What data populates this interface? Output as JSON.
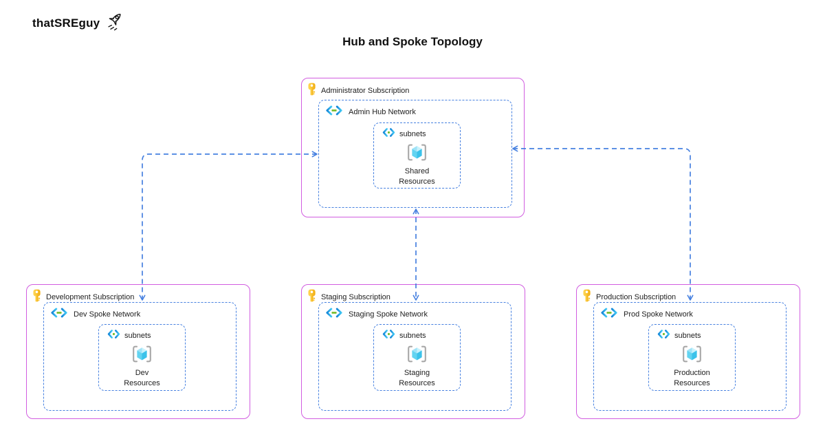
{
  "brand": {
    "name": "thatSREguy",
    "icon": "rocket-icon"
  },
  "title": "Hub and Spoke Topology",
  "hub": {
    "subscription": "Administrator Subscription",
    "network": "Admin Hub Network",
    "subnets_label": "subnets",
    "resource": {
      "line1": "Shared",
      "line2": "Resources"
    }
  },
  "spokes": [
    {
      "subscription": "Development Subscription",
      "network": "Dev Spoke Network",
      "subnets_label": "subnets",
      "resource": {
        "line1": "Dev",
        "line2": "Resources"
      }
    },
    {
      "subscription": "Staging Subscription",
      "network": "Staging Spoke Network",
      "subnets_label": "subnets",
      "resource": {
        "line1": "Staging",
        "line2": "Resources"
      }
    },
    {
      "subscription": "Production Subscription",
      "network": "Prod Spoke Network",
      "subnets_label": "subnets",
      "resource": {
        "line1": "Production",
        "line2": "Resources"
      }
    }
  ],
  "connections": [
    {
      "from": "Admin Hub Network",
      "to": "Dev Spoke Network",
      "style": "dashed-bidirectional"
    },
    {
      "from": "Admin Hub Network",
      "to": "Staging Spoke Network",
      "style": "dashed-bidirectional"
    },
    {
      "from": "Admin Hub Network",
      "to": "Prod Spoke Network",
      "style": "dashed-bidirectional"
    }
  ],
  "icons": {
    "subscription": "key-icon",
    "network": "virtual-network-icon",
    "subnet": "subnet-icon",
    "resource": "resource-cube-icon",
    "brand": "rocket-icon"
  },
  "colors": {
    "subscription_border": "#D15CE0",
    "network_border": "#4680E0",
    "connector": "#4680E0",
    "key_gold": "#F7B916",
    "vnet_green_dot": "#76BC2D",
    "cube_cyan": "#3BC2EA",
    "text": "#1d1d1d"
  }
}
